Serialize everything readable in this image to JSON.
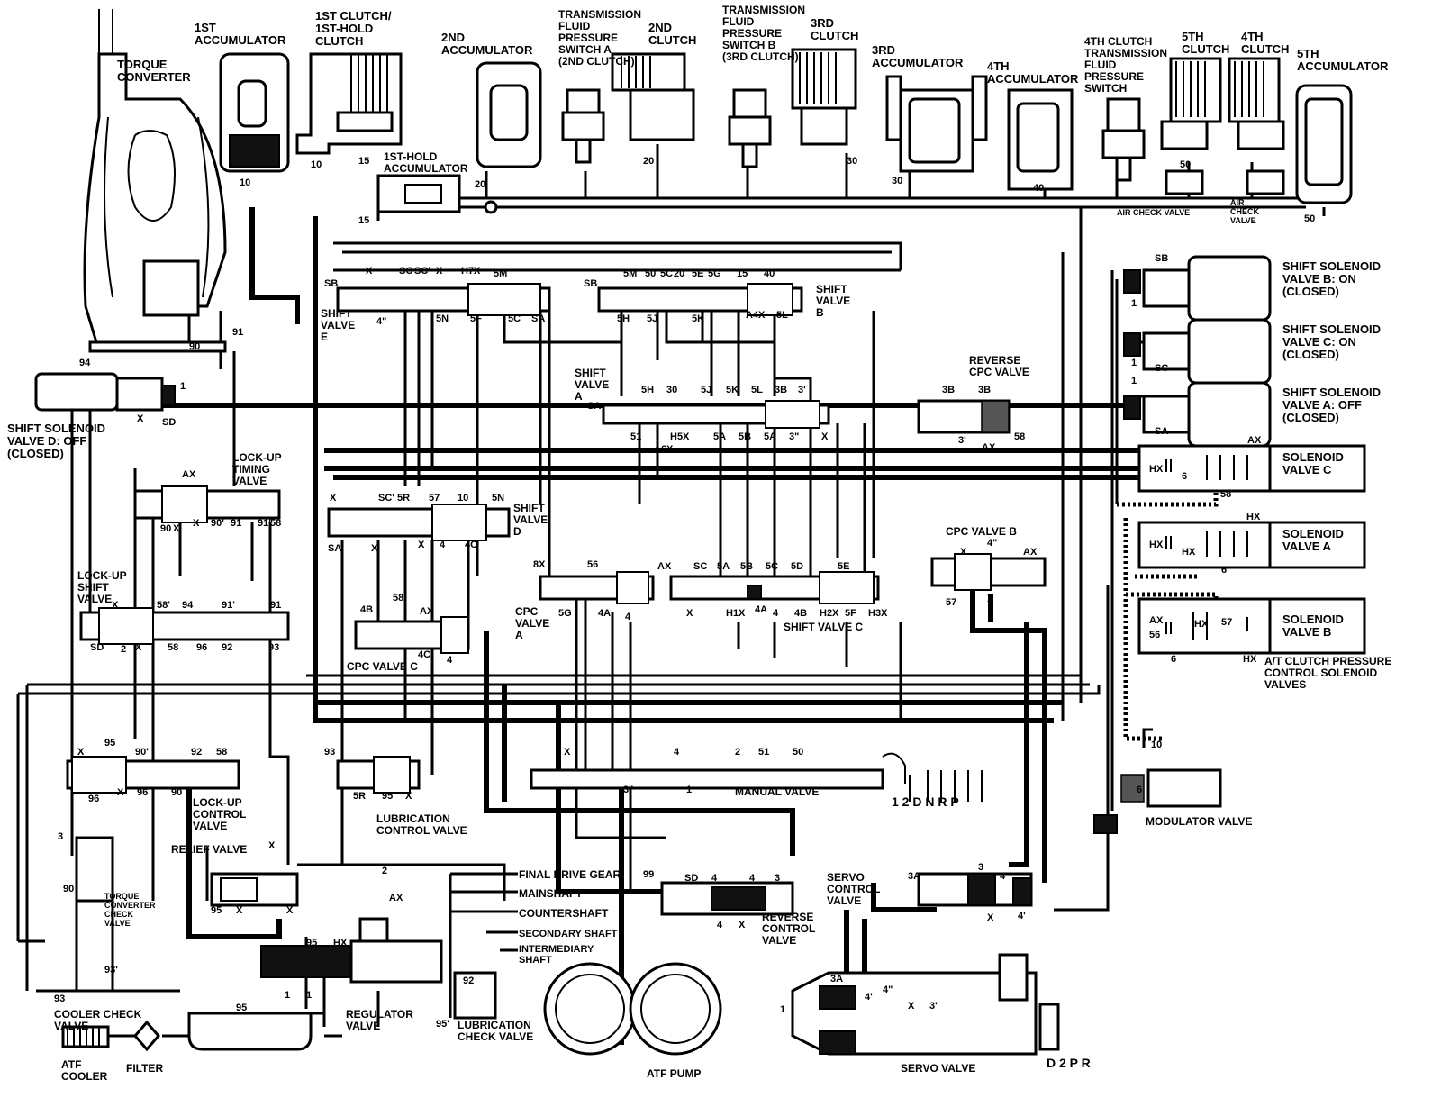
{
  "diagram": {
    "components": {
      "torque_converter": "TORQUE CONVERTER",
      "acc_1st": "1ST ACCUMULATOR",
      "clutch_1st": "1ST CLUTCH/ 1ST-HOLD CLUTCH",
      "acc_2nd": "2ND ACCUMULATOR",
      "sw_a": "TRANSMISSION FLUID PRESSURE SWITCH A (2ND CLUTCH)",
      "clutch_2nd": "2ND CLUTCH",
      "sw_b": "TRANSMISSION FLUID PRESSURE SWITCH B (3RD CLUTCH)",
      "clutch_3rd": "3RD CLUTCH",
      "acc_3rd": "3RD ACCUMULATOR",
      "acc_4th": "4TH ACCUMULATOR",
      "sw_4th": "4TH CLUTCH TRANSMISSION FLUID PRESSURE SWITCH",
      "clutch_5th": "5TH CLUTCH",
      "clutch_4th": "4TH CLUTCH",
      "acc_5th": "5TH ACCUMULATOR",
      "acc_1st_hold": "1ST-HOLD ACCUMULATOR",
      "air_check_1": "AIR CHECK VALVE",
      "air_check_2": "AIR CHECK VALVE",
      "sol_b": "SHIFT SOLENOID VALVE B: ON (CLOSED)",
      "sol_c": "SHIFT SOLENOID VALVE C: ON (CLOSED)",
      "sol_a": "SHIFT SOLENOID VALVE A: OFF (CLOSED)",
      "sol_d": "SHIFT SOLENOID VALVE D: OFF (CLOSED)",
      "shift_valve_e": "SHIFT VALVE E",
      "shift_valve_b": "SHIFT VALVE B",
      "shift_valve_a": "SHIFT VALVE A",
      "shift_valve_d": "SHIFT VALVE D",
      "shift_valve_c": "SHIFT VALVE C",
      "reverse_cpc": "REVERSE CPC VALVE",
      "lockup_timing": "LOCK-UP TIMING VALVE",
      "lockup_shift": "LOCK-UP SHIFT VALVE",
      "lockup_control": "LOCK-UP CONTROL VALVE",
      "cpc_a": "CPC VALVE A",
      "cpc_b": "CPC VALVE B",
      "cpc_c": "CPC VALVE C",
      "sol_valve_c": "SOLENOID VALVE C",
      "sol_valve_a": "SOLENOID VALVE A",
      "sol_valve_b": "SOLENOID VALVE B",
      "at_clutch": "A/T CLUTCH PRESSURE CONTROL SOLENOID VALVES",
      "manual_valve": "MANUAL VALVE",
      "modulator": "MODULATOR VALVE",
      "lubrication_control": "LUBRICATION CONTROL VALVE",
      "relief": "RELIEF VALVE",
      "tc_check": "TORQUE CONVERTER CHECK VALVE",
      "final_drive": "FINAL DRIVE GEAR",
      "mainshaft": "MAINSHAFT",
      "countershaft": "COUNTERSHAFT",
      "secondary_shaft": "SECONDARY SHAFT",
      "intermediary_shaft": "INTERMEDIARY SHAFT",
      "servo_control": "SERVO CONTROL VALVE",
      "reverse_control": "REVERSE CONTROL VALVE",
      "regulator": "REGULATOR VALVE",
      "lubrication_check": "LUBRICATION CHECK VALVE",
      "cooler_check": "COOLER CHECK VALVE",
      "atf_cooler": "ATF COOLER",
      "filter": "FILTER",
      "atf_pump": "ATF PUMP",
      "servo_valve": "SERVO VALVE",
      "gear_positions": "1 2 D N R   P",
      "servo_positions": "D 2   P R"
    },
    "ports": [
      "10",
      "10",
      "15",
      "15",
      "20",
      "20",
      "30",
      "30",
      "40",
      "50",
      "50",
      "91",
      "90",
      "94",
      "1",
      "X",
      "SD",
      "SB",
      "X",
      "SC",
      "SC'",
      "X",
      "H7X",
      "5M",
      "4\"",
      "5N",
      "5F",
      "5C",
      "SA",
      "SB",
      "5M",
      "50",
      "5C",
      "20",
      "5E",
      "5G",
      "15",
      "40",
      "5H",
      "5J",
      "5K",
      "A4X",
      "5L",
      "SA",
      "5H",
      "30",
      "5J",
      "5K",
      "5L",
      "3B",
      "3'",
      "51",
      "A6X",
      "H5X",
      "5A",
      "5B",
      "5A",
      "3\"",
      "X",
      "3B",
      "3B",
      "3'",
      "AX",
      "58",
      "1",
      "SB",
      "1",
      "SC",
      "1",
      "SA",
      "HX",
      "AX",
      "HX",
      "6",
      "58",
      "HX",
      "AX",
      "HX",
      "6",
      "56",
      "HX",
      "57",
      "6",
      "HX",
      "AX",
      "90",
      "X",
      "X",
      "90'",
      "91",
      "91'",
      "58",
      "X",
      "SC'",
      "5R",
      "57",
      "10",
      "5N",
      "SA",
      "X",
      "X",
      "4",
      "4C",
      "8X",
      "56",
      "AX",
      "SC",
      "5A",
      "5B",
      "5C",
      "5D",
      "5E",
      "5G",
      "4A",
      "4",
      "X",
      "H1X",
      "4A",
      "4",
      "4B",
      "H2X",
      "5F",
      "H3X",
      "X",
      "4\"",
      "AX",
      "57",
      "X",
      "4B",
      "58'",
      "AX",
      "4C",
      "4",
      "X",
      "58'",
      "94",
      "91'",
      "91",
      "SD",
      "2",
      "X",
      "58",
      "96",
      "92",
      "93",
      "95",
      "X",
      "90'",
      "92",
      "58",
      "96",
      "X",
      "96",
      "90",
      "93",
      "5R",
      "95",
      "X",
      "X",
      "4",
      "2",
      "51",
      "50",
      "3\"",
      "1",
      "3",
      "90",
      "93",
      "93'",
      "X",
      "95",
      "X",
      "X",
      "2",
      "AX",
      "HX",
      "95",
      "1",
      "1",
      "92",
      "95'",
      "95",
      "99",
      "SD",
      "4",
      "4",
      "3",
      "4",
      "X",
      "3A",
      "3",
      "4",
      "X",
      "4'",
      "10",
      "6",
      "1",
      "3A",
      "4'",
      "4\"",
      "X",
      "3'",
      "3"
    ]
  }
}
